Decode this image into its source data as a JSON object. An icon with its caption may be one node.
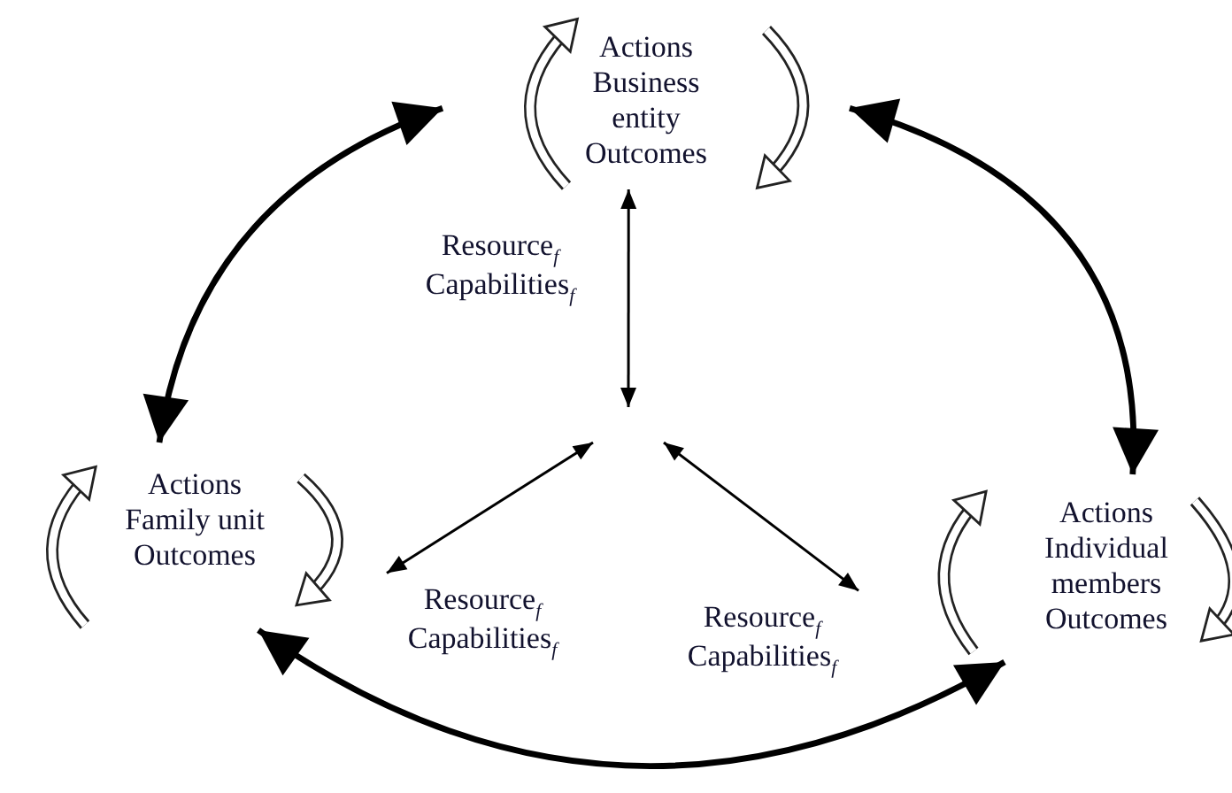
{
  "diagram": {
    "nodes": [
      {
        "text": [
          "Actions",
          "Business entity",
          "Outcomes"
        ]
      },
      {
        "text": [
          "Actions",
          "Family unit",
          "Outcomes"
        ]
      },
      {
        "text": [
          "Actions",
          "Individual members",
          "Outcomes"
        ]
      },
      {
        "text": [
          "Resource$_{f}$ Capabilities$_{f}$"
        ]
      },
      {
        "text": [
          "Resource$_{f}$ Capabilities$_{f}$"
        ]
      }
    ],
    "edges": [
      {
        "from": 1,
        "to": 0,
        "arrow": "both",
        "style": "thick"
      },
      {
        "from": 0,
        "to": 2,
        "arrow": "both",
        "style": "thick"
      },
      {
        "from": 1,
        "to": 2,
        "arrow": "both",
        "style": "thick"
      },
      {
        "from": 0,
        "to": null,
        "arrow": "both"
      },
      {
        "from": null,
        "to": 3,
        "arrow": "both"
      },
      {
        "from": null,
        "to": 4,
        "arrow": "both"
      }
    ],
    "labels": [
      "Resource$_{f}$ Capabilities$_{f}$"
    ]
  }
}
